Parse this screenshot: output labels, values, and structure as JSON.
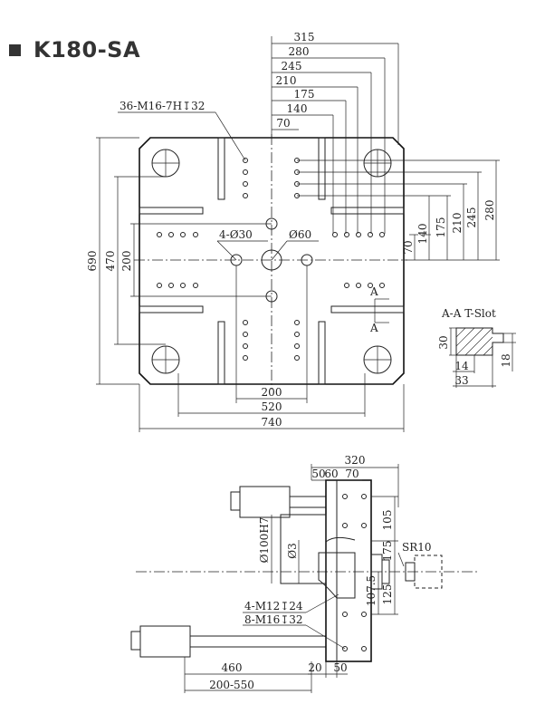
{
  "title": "K180-SA",
  "top_view": {
    "top_dims": [
      "315",
      "280",
      "245",
      "210",
      "175",
      "140",
      "70"
    ],
    "right_dims": [
      "280",
      "245",
      "210",
      "175",
      "140",
      "70"
    ],
    "left_dims": [
      "690",
      "470",
      "200"
    ],
    "bottom_dims": [
      "200",
      "520",
      "740"
    ],
    "thread_label": "36-M16-7H↧32",
    "hole_label": "4-Ø30",
    "center_label": "Ø60",
    "section_mark_upper": "A",
    "section_mark_lower": "A"
  },
  "tslot": {
    "title": "A-A T-Slot",
    "dim_height": "30",
    "dim_right": "18",
    "dim_14": "14",
    "dim_33": "33"
  },
  "side_view": {
    "top_dims": [
      "320",
      "50",
      "60",
      "70"
    ],
    "right_dims": [
      "105",
      "175",
      "107.5",
      "125"
    ],
    "sr_label": "SR10",
    "bore_label": "Ø100H7",
    "small_bore_label": "Ø3",
    "m12_label": "4-M12↧24",
    "m16_label": "8-M16↧32",
    "bottom_dims": [
      "460",
      "200-550",
      "20",
      "50"
    ]
  }
}
